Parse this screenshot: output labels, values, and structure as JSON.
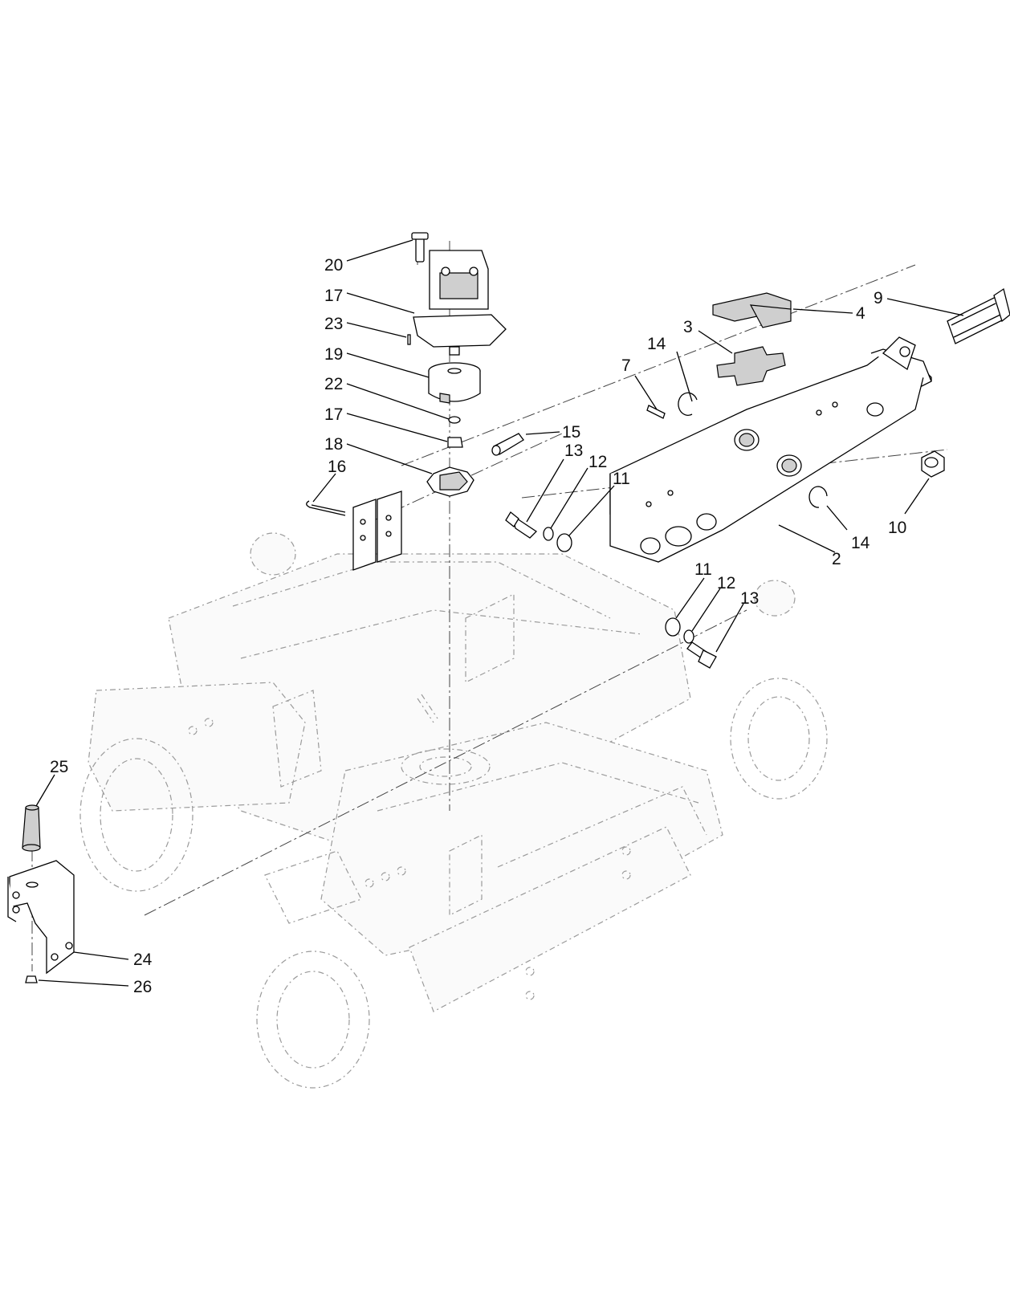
{
  "callouts": {
    "c20": "20",
    "c17a": "17",
    "c23": "23",
    "c19": "19",
    "c22": "22",
    "c17b": "17",
    "c18": "18",
    "c16": "16",
    "c15": "15",
    "c13a": "13",
    "c12a": "12",
    "c11a": "11",
    "c9": "9",
    "c4": "4",
    "c3": "3",
    "c14a": "14",
    "c7": "7",
    "c14b": "14",
    "c10": "10",
    "c2": "2",
    "c11b": "11",
    "c12b": "12",
    "c13b": "13",
    "c25": "25",
    "c24": "24",
    "c26": "26"
  },
  "colors": {
    "line": "#000000",
    "ghost": "#9a9a9a",
    "fill_grey": "#cfcfcf"
  }
}
